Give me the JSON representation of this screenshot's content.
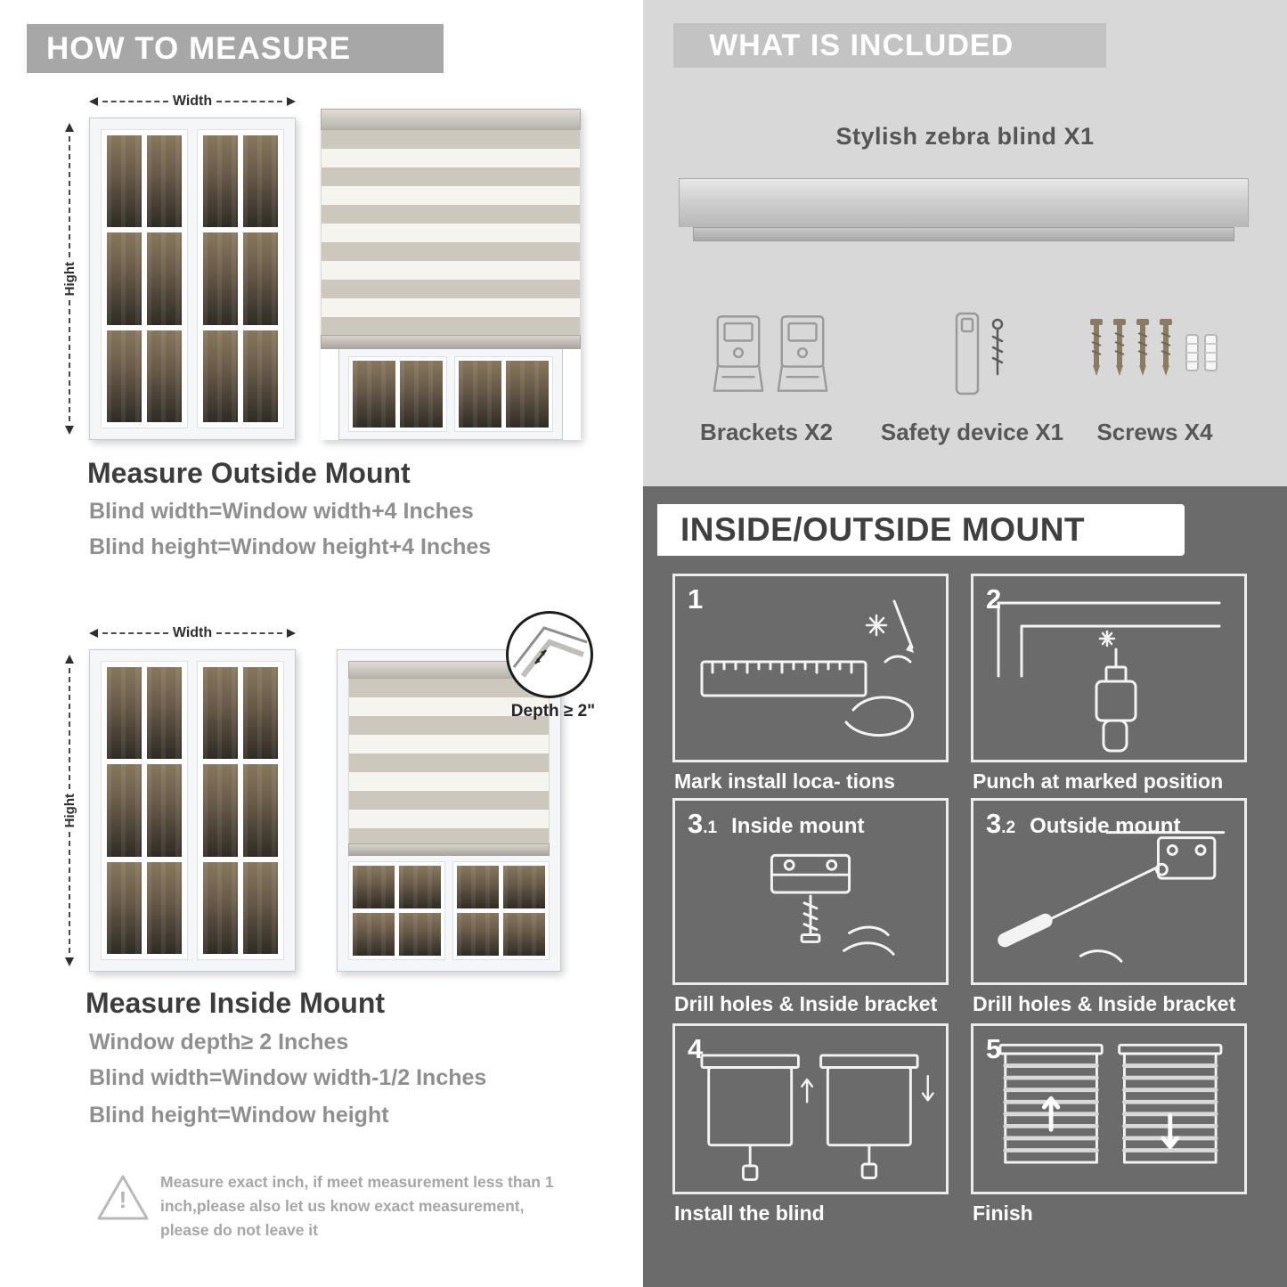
{
  "left": {
    "header": "HOW TO MEASURE",
    "outside": {
      "width_label": "Width",
      "height_label": "Hight",
      "heading": "Measure Outside Mount",
      "formula1": "Blind width=Window width+4 Inches",
      "formula2": "Blind height=Window height+4 Inches"
    },
    "inside": {
      "width_label": "Width",
      "height_label": "Hight",
      "depth_label": "Depth ≥ 2\"",
      "heading": "Measure Inside Mount",
      "formula1": "Window depth≥ 2 Inches",
      "formula2": "Blind width=Window width-1/2 Inches",
      "formula3": "Blind height=Window height"
    },
    "warning": {
      "mark": "!",
      "text": "Measure exact inch, if meet measurement less than 1 inch,please also let us know exact measurement, please do not leave it"
    }
  },
  "included": {
    "header": "WHAT IS INCLUDED",
    "product_label": "Stylish zebra blind X1",
    "items": [
      {
        "label": "Brackets X2"
      },
      {
        "label": "Safety device X1"
      },
      {
        "label": "Screws X4"
      }
    ]
  },
  "mount": {
    "header": "INSIDE/OUTSIDE MOUNT",
    "steps": [
      {
        "num": "1",
        "sub": "",
        "title": "",
        "caption": "Mark install loca- tions"
      },
      {
        "num": "2",
        "sub": "",
        "title": "",
        "caption": "Punch at  marked position"
      },
      {
        "num": "3",
        "sub": ".1",
        "title": "Inside mount",
        "caption": "Drill holes &  Inside bracket"
      },
      {
        "num": "3",
        "sub": ".2",
        "title": "Outside mount",
        "caption": "Drill holes &  Inside bracket"
      },
      {
        "num": "4",
        "sub": "",
        "title": "",
        "caption": "Install the blind"
      },
      {
        "num": "5",
        "sub": "",
        "title": "",
        "caption": "Finish"
      }
    ]
  },
  "colors": {
    "left_banner": "#a7a7a7",
    "included_bg": "#d8d8d8",
    "included_banner": "#c3c3c3",
    "mount_bg": "#6b6b6b",
    "heading_text": "#3c3c3c",
    "formula_text": "#8f8f8f"
  }
}
